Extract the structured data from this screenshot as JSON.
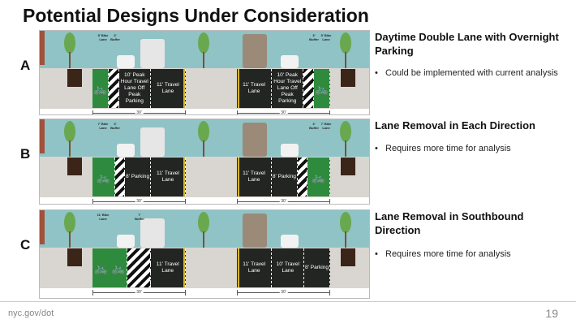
{
  "title": "Potential Designs Under Consideration",
  "options": [
    {
      "letter": "A",
      "heading": "Daytime Double Lane with Overnight Parking",
      "bullets": [
        "Could be implemented with current analysis"
      ],
      "top_labels": [
        "5' Bike Lane",
        "3' Buffer",
        "3' Buffer",
        "5' Bike Lane"
      ],
      "left_road": [
        {
          "type": "bike",
          "feet": 5,
          "label": "🚲"
        },
        {
          "type": "buffer",
          "feet": 3,
          "label": ""
        },
        {
          "type": "travel",
          "feet": 10,
          "label": "10' Peak Hour Travel Lane Off Peak Parking"
        },
        {
          "type": "travel",
          "feet": 11,
          "label": "11' Travel Lane"
        }
      ],
      "right_road": [
        {
          "type": "travel",
          "feet": 11,
          "label": "11' Travel Lane"
        },
        {
          "type": "travel",
          "feet": 10,
          "label": "10' Peak Hour Travel Lane Off Peak Parking"
        },
        {
          "type": "buffer",
          "feet": 3,
          "label": ""
        },
        {
          "type": "bike",
          "feet": 5,
          "label": "🚲"
        }
      ],
      "dims": [
        "30'",
        "30'"
      ]
    },
    {
      "letter": "B",
      "heading": "Lane Removal in Each Direction",
      "bullets": [
        "Requires more time for analysis"
      ],
      "top_labels": [
        "7' Bike Lane",
        "3' Buffer",
        "3' Buffer",
        "7' Bike Lane"
      ],
      "left_road": [
        {
          "type": "bike",
          "feet": 7,
          "label": "🚲"
        },
        {
          "type": "buffer",
          "feet": 3,
          "label": ""
        },
        {
          "type": "parking",
          "feet": 8,
          "label": "8' Parking"
        },
        {
          "type": "travel",
          "feet": 11,
          "label": "11' Travel Lane"
        }
      ],
      "right_road": [
        {
          "type": "travel",
          "feet": 11,
          "label": "11' Travel Lane"
        },
        {
          "type": "parking",
          "feet": 8,
          "label": "8' Parking"
        },
        {
          "type": "buffer",
          "feet": 3,
          "label": ""
        },
        {
          "type": "bike",
          "feet": 7,
          "label": "🚲"
        }
      ],
      "dims": [
        "30'",
        "30'"
      ]
    },
    {
      "letter": "C",
      "heading": "Lane Removal in Southbound Direction",
      "bullets": [
        "Requires more time for analysis"
      ],
      "top_labels": [
        "11' Bike Lane",
        "7' Buffer"
      ],
      "left_road": [
        {
          "type": "bike",
          "feet": 11,
          "label": "🚲 🚲"
        },
        {
          "type": "buffer",
          "feet": 7,
          "label": ""
        },
        {
          "type": "travel",
          "feet": 11,
          "label": "11' Travel Lane"
        }
      ],
      "right_road": [
        {
          "type": "travel",
          "feet": 11,
          "label": "11' Travel Lane"
        },
        {
          "type": "travel",
          "feet": 10,
          "label": "10' Travel Lane"
        },
        {
          "type": "parking",
          "feet": 8,
          "label": "8' Parking"
        }
      ],
      "dims": [
        "30'",
        "30'"
      ]
    }
  ],
  "footer": "nyc.gov/dot",
  "page_number": "19"
}
